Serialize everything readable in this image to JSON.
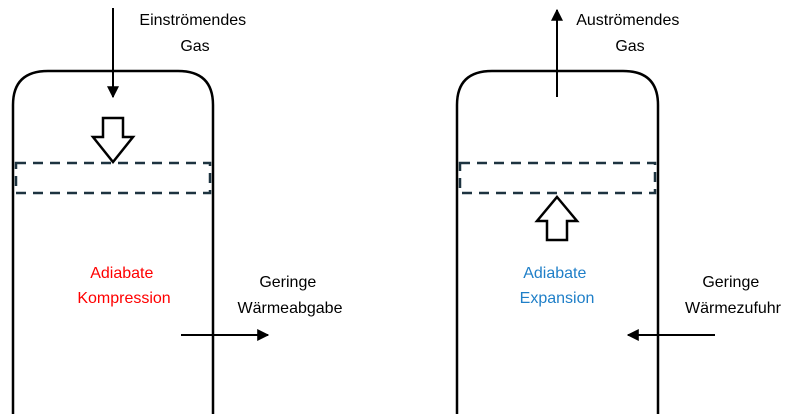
{
  "left": {
    "inflow_label": [
      "Einströmendes",
      "Gas"
    ],
    "process_label": [
      "Adiabate",
      "Kompression"
    ],
    "heat_label": [
      "Geringe",
      "Wärmeabgabe"
    ]
  },
  "right": {
    "outflow_label": [
      "Auströmendes",
      "Gas"
    ],
    "process_label": [
      "Adiabate",
      "Expansion"
    ],
    "heat_label": [
      "Geringe",
      "Wärmezufuhr"
    ]
  },
  "colors": {
    "outline": "#000000",
    "piston_dash": "#1d3340",
    "compression_text": "#ff0000",
    "expansion_text": "#1f7fc8",
    "label_text": "#000000"
  }
}
